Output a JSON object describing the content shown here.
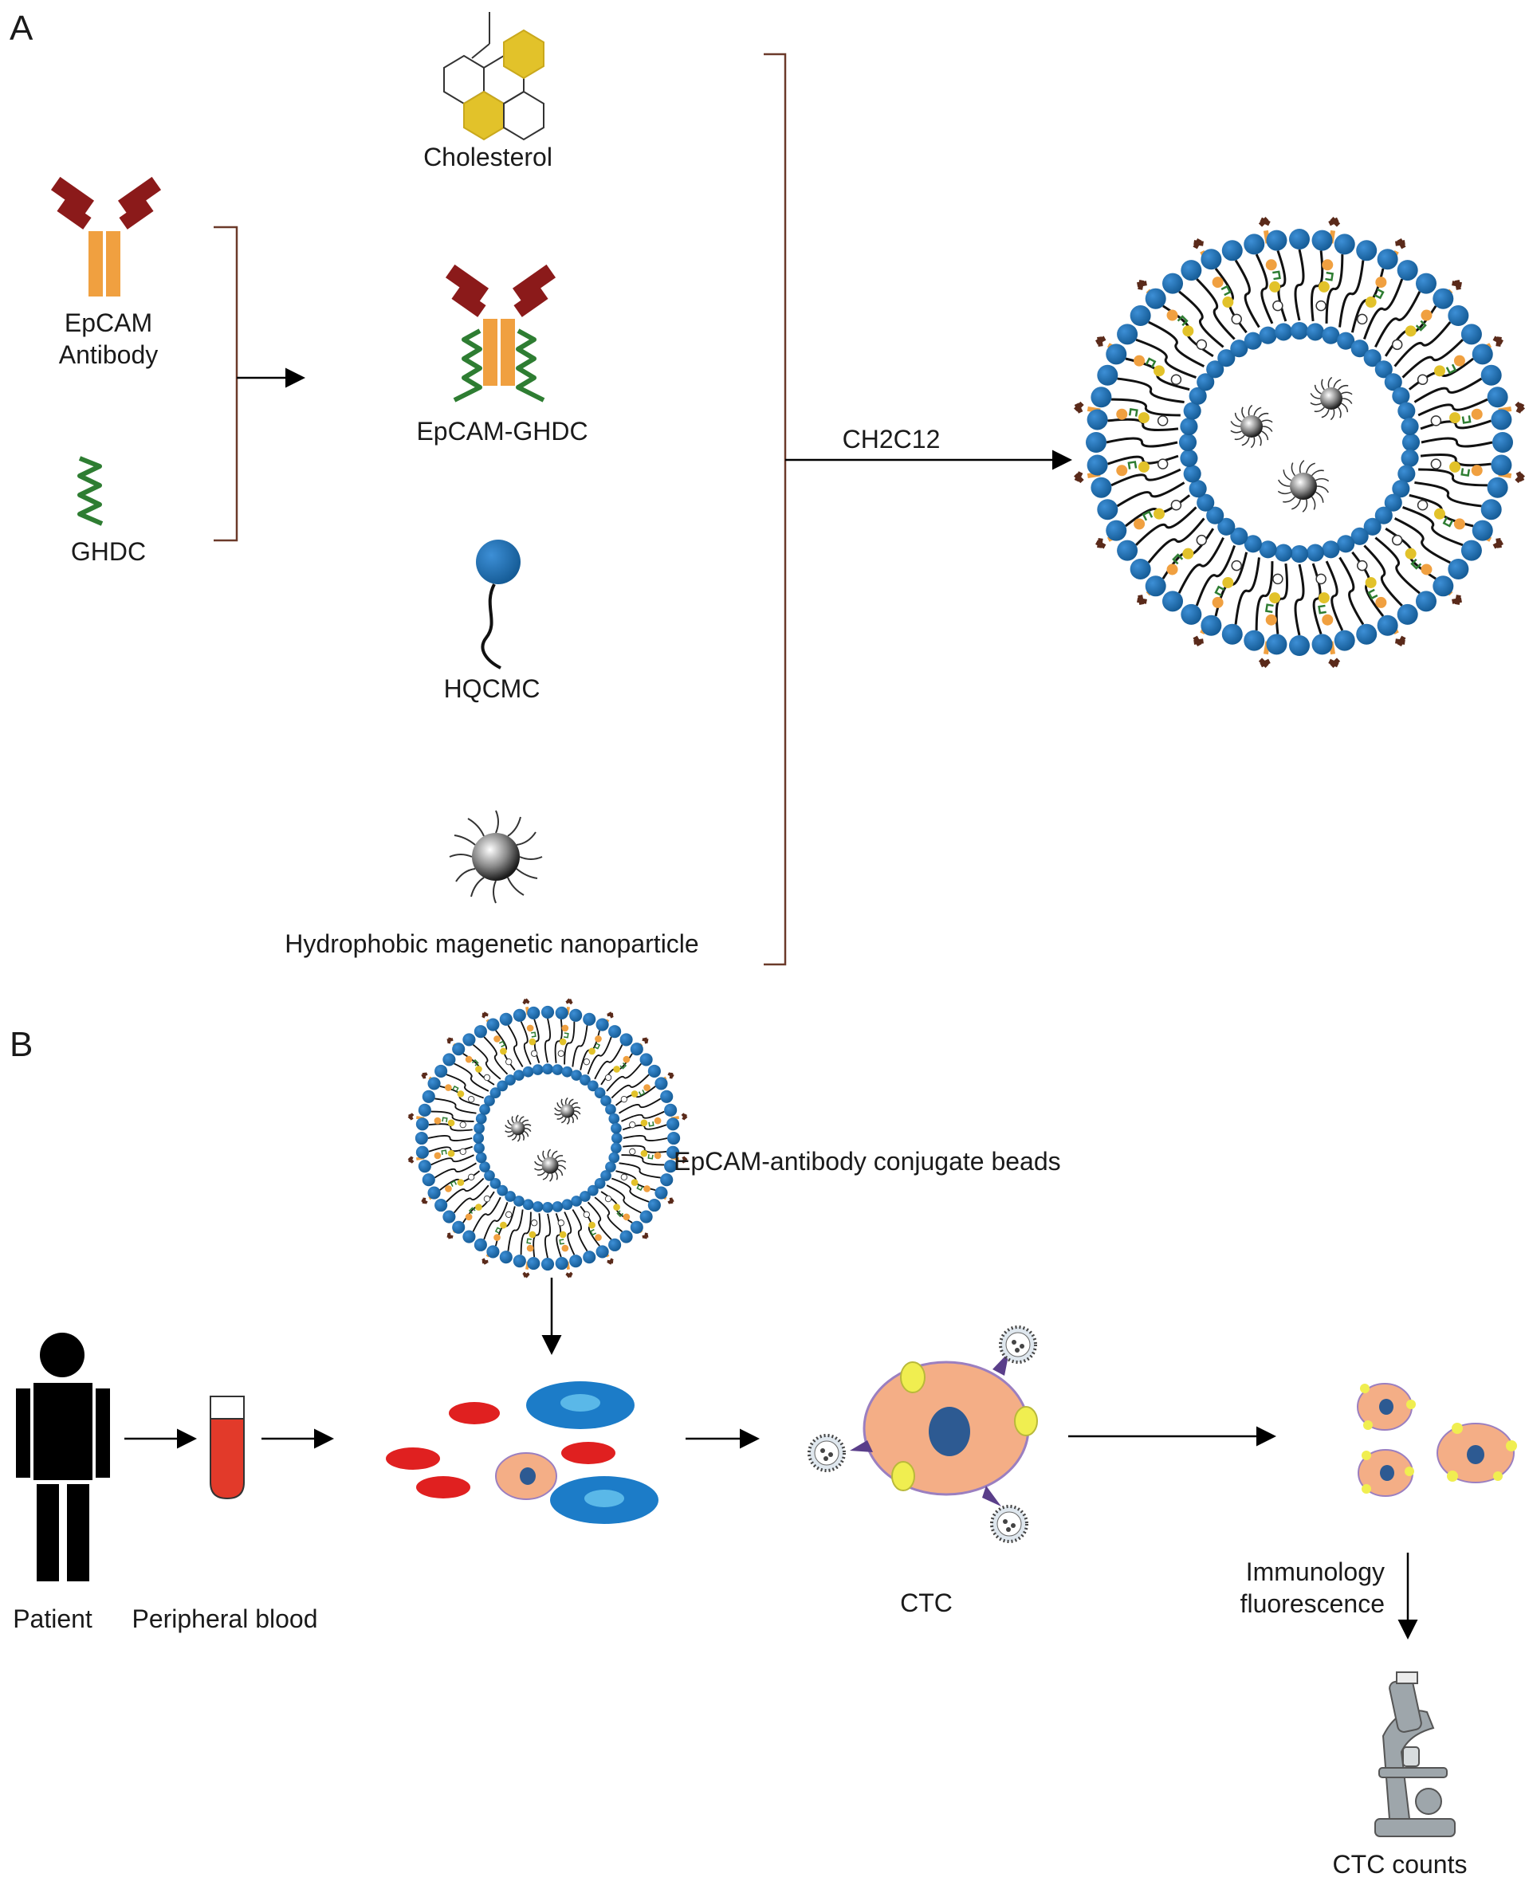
{
  "panel_a": {
    "letter": "A",
    "cholesterol": "Cholesterol",
    "epcam_antibody_line1": "EpCAM",
    "epcam_antibody_line2": "Antibody",
    "ghdc": "GHDC",
    "epcam_ghdc": "EpCAM-GHDC",
    "hqcmc": "HQCMC",
    "nanoparticle": "Hydrophobic magenetic nanoparticle",
    "reaction_label": "CH2C12"
  },
  "panel_b": {
    "letter": "B",
    "beads": "EpCAM-antibody conjugate beads",
    "patient": "Patient",
    "peripheral_blood": "Peripheral blood",
    "ctc": "CTC",
    "immunology_line1": "Immunology",
    "immunology_line2": "fluorescence",
    "ctc_counts": "CTC counts"
  },
  "colors": {
    "antibody_heavy": "#8b1a1a",
    "antibody_light": "#f0a040",
    "ghdc_green": "#2e7d32",
    "cholesterol_yellow": "#e2c22a",
    "lipid_blue": "#1f6fb0",
    "bracket": "#6b3a2a",
    "rbc_red": "#e02020",
    "wbc_blue": "#1c7cc8",
    "ctc_peach": "#f4ae86",
    "ctc_nucleus": "#2d5a92",
    "bead_yellow": "#f0ee50",
    "tube_red": "#e23a2a"
  }
}
